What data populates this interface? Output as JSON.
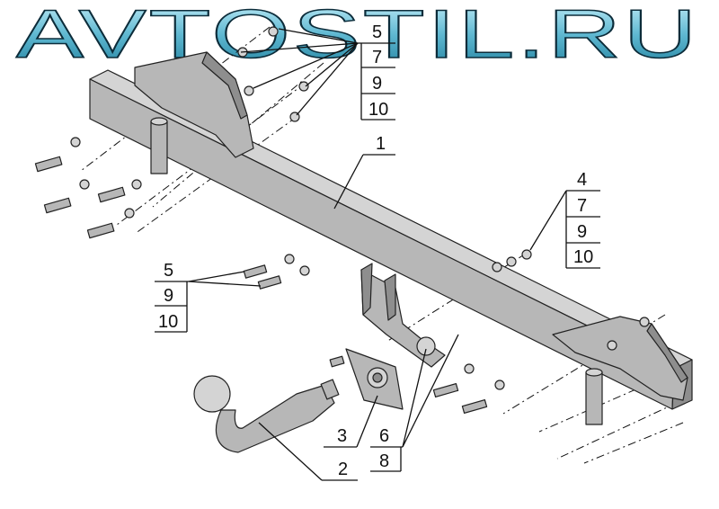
{
  "brand": {
    "text": "AVTOSTIL.RU"
  },
  "colors": {
    "brand_fill_top": "#a9e3f2",
    "brand_fill_bottom": "#1f7f9c",
    "part_fill": "#b7b7b7"
  },
  "callouts": {
    "top_group": [
      "5",
      "7",
      "9",
      "10"
    ],
    "part_1": "1",
    "right_group": [
      "4",
      "7",
      "9",
      "10"
    ],
    "left_group": [
      "5",
      "9",
      "10"
    ],
    "part_3": "3",
    "part_2": "2",
    "bottom_group": [
      "6",
      "8"
    ]
  }
}
